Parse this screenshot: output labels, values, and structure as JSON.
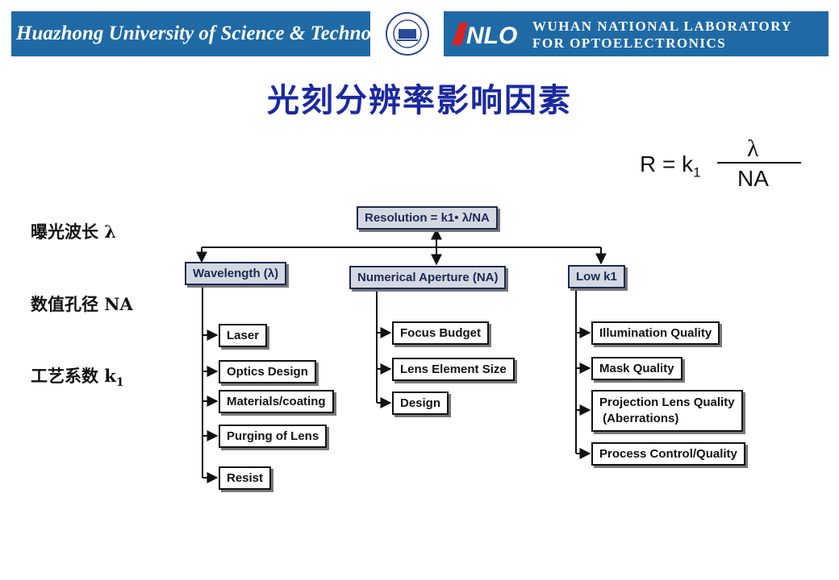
{
  "header": {
    "university": "Huazhong University of Science & Technology",
    "lab_line1": "WUHAN NATIONAL LABORATORY",
    "lab_line2": "FOR OPTOELECTRONICS",
    "lab_logo_text": "NLO",
    "colors": {
      "banner": "#1f6aa5",
      "title": "#1a2aa0"
    }
  },
  "title": "光刻分辨率影响因素",
  "formula": {
    "lhs": "R = k",
    "sub": "1",
    "numerator": "λ",
    "denominator": "NA"
  },
  "factors": [
    {
      "text": "曝光波长 λ",
      "sub": ""
    },
    {
      "text": "数值孔径 NA",
      "sub": ""
    },
    {
      "text": "工艺系数 k",
      "sub": "1"
    }
  ],
  "diagram": {
    "root": "Resolution = k1• λ/NA",
    "branches": [
      {
        "label": "Wavelength (λ)",
        "items": [
          "Laser",
          "Optics Design",
          "Materials/coating",
          "Purging of Lens",
          "Resist"
        ]
      },
      {
        "label": "Numerical Aperture (NA)",
        "items": [
          "Focus Budget",
          "Lens Element Size",
          "Design"
        ]
      },
      {
        "label": "Low k1",
        "items": [
          "Illumination Quality",
          "Mask Quality",
          "Projection Lens Quality\n (Aberrations)",
          "Process Control/Quality"
        ]
      }
    ]
  }
}
